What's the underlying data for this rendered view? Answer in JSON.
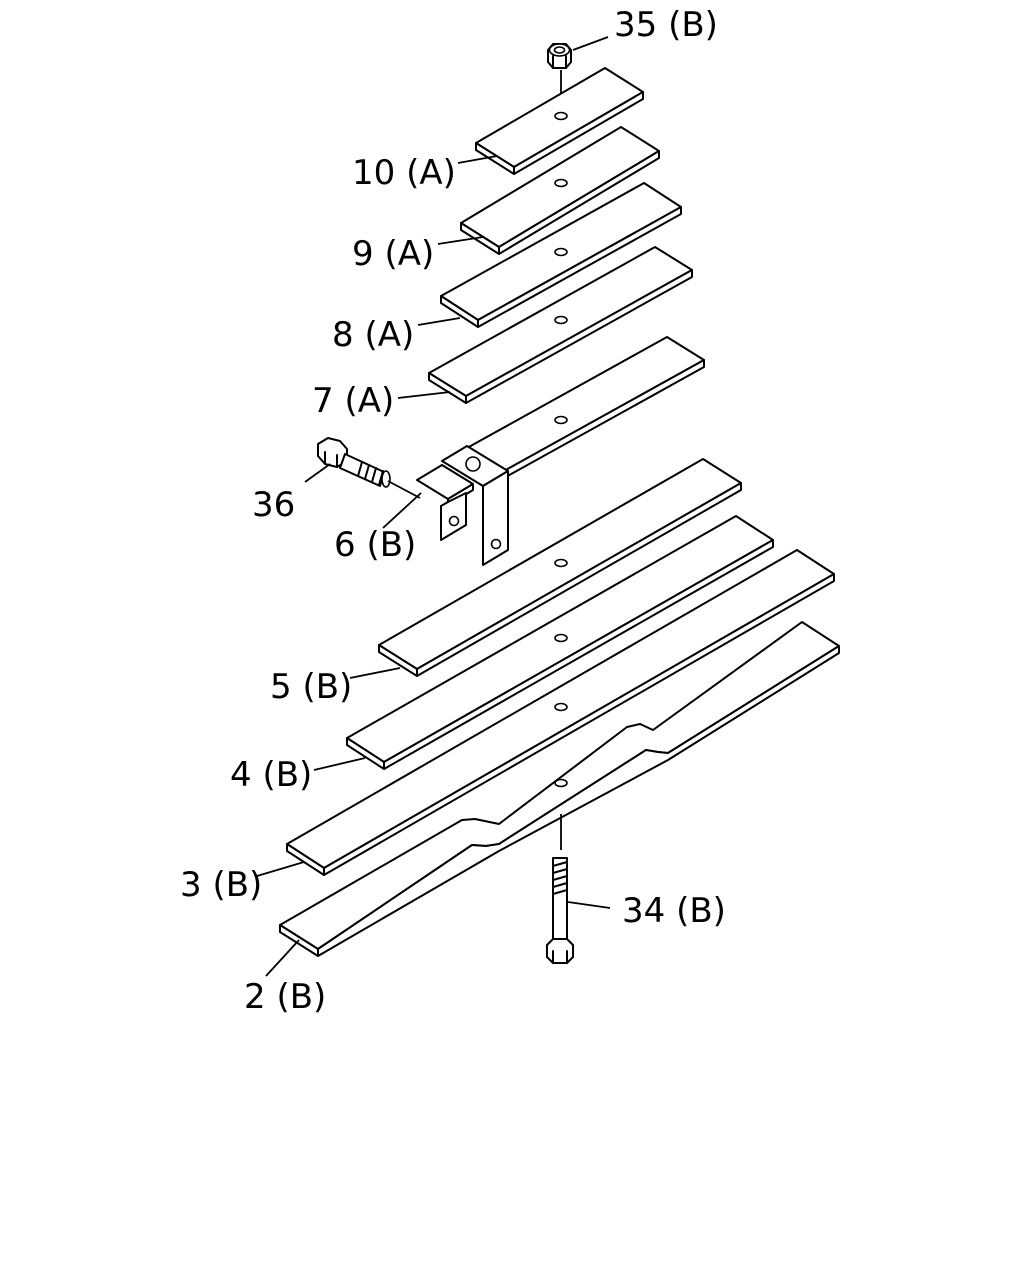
{
  "callouts": {
    "p35": "35 (B)",
    "p10": "10 (A)",
    "p9": "9 (A)",
    "p8": "8 (A)",
    "p7": "7 (A)",
    "p36": "36",
    "p6": "6 (B)",
    "p5": "5 (B)",
    "p4": "4 (B)",
    "p3": "3 (B)",
    "p2": "2 (B)",
    "p34": "34 (B)"
  }
}
